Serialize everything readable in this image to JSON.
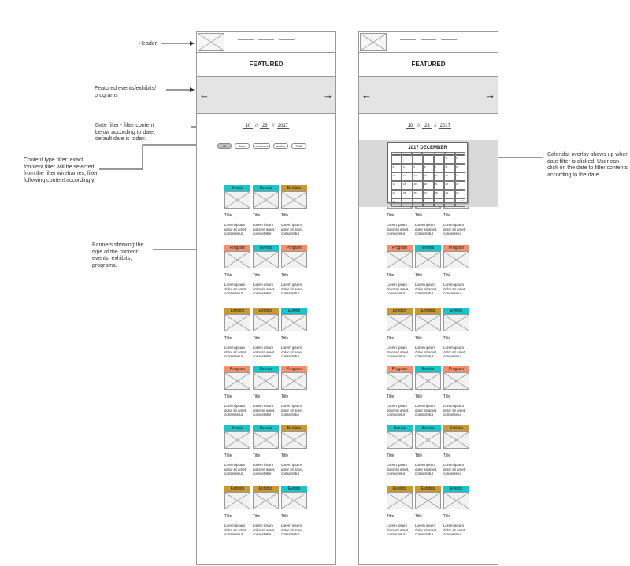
{
  "colors": {
    "events": "#19c5cb",
    "program": "#f4906b",
    "exhibits": "#c79a36",
    "carousel": "#e4e4e4",
    "overlay": "#d9d9d9"
  },
  "annotations": {
    "header": "Header",
    "featured": "Featured events/exhibits/ programs",
    "date_filter": "Date filter - filter content below according to date, default date is today.",
    "content_type": "Content type filter: exact fcontent filter will be selected from the filter wireframes; filter following content accordingly.",
    "banners": "Banners showing the type of the content: events, exhibits, programs.",
    "calendar": "Calendar overlay shows up when date filter is clicked. User can click on the date to filter contents according to the date."
  },
  "screen": {
    "featured_title": "FEATURED",
    "arrow_left": "←",
    "arrow_right": "→",
    "date": {
      "month": "10",
      "day": "23",
      "year": "2017",
      "separator": "//"
    },
    "filters": [
      "all",
      "kids",
      "members",
      "adults",
      "TBD"
    ],
    "card_title": "Title",
    "card_desc": "Lorem ipsum dolor sit amet, consectetur"
  },
  "calendar": {
    "title": "2017 DECEMBER",
    "weekdays": [
      "Sunday",
      "Monday",
      "Tuesday",
      "Wednesday",
      "Thursday",
      "Friday",
      "Saturday"
    ],
    "weeks": [
      [
        "",
        "",
        "",
        "",
        "",
        "1",
        "2"
      ],
      [
        "3",
        "4",
        "5",
        "6",
        "7",
        "8",
        "9"
      ],
      [
        "10",
        "11",
        "12",
        "13",
        "14",
        "15",
        "16"
      ],
      [
        "17",
        "18",
        "19",
        "20",
        "21",
        "22",
        "23"
      ],
      [
        "24",
        "25",
        "26",
        "27",
        "28",
        "29",
        "30"
      ],
      [
        "31",
        "",
        "",
        "",
        "",
        "",
        ""
      ]
    ]
  },
  "left_rows": [
    [
      "Events",
      "Events",
      "Exhibits"
    ],
    [
      "Program",
      "Events",
      "Program"
    ],
    [
      "Exhibits",
      "Exhibits",
      "Events"
    ],
    [
      "Program",
      "Events",
      "Program"
    ],
    [
      "Events",
      "Events",
      "Exhibits"
    ],
    [
      "Exhibits",
      "Exhibits",
      "Events"
    ]
  ],
  "right_rows": [
    [
      "",
      "",
      ""
    ],
    [
      "Program",
      "Events",
      "Program"
    ],
    [
      "Exhibits",
      "Exhibits",
      "Events"
    ],
    [
      "Program",
      "Events",
      "Program"
    ],
    [
      "Events",
      "Events",
      "Exhibits"
    ],
    [
      "Exhibits",
      "Exhibits",
      "Events"
    ]
  ]
}
